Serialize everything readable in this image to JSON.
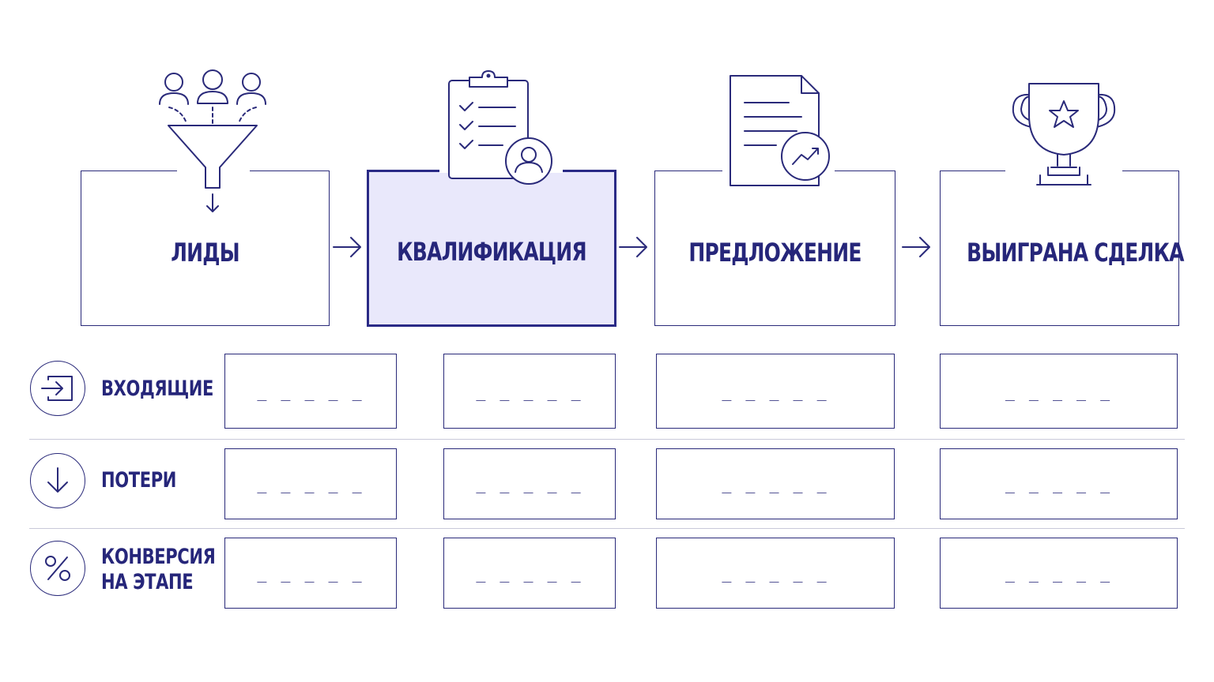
{
  "stages": [
    {
      "label": "ЛИДЫ",
      "icon": "funnel-icon",
      "active": false
    },
    {
      "label": "КВАЛИФИКАЦИЯ",
      "icon": "clipboard-checklist-icon",
      "active": true
    },
    {
      "label": "ПРЕДЛОЖЕНИЕ",
      "icon": "document-chart-icon",
      "active": false
    },
    {
      "label": "ВЫИГРАНА СДЕЛКА",
      "icon": "trophy-icon",
      "active": false
    }
  ],
  "rows": [
    {
      "label_line1": "ВХОДЯЩИЕ",
      "label_line2": "",
      "icon": "enter-icon",
      "values": [
        "_ _ _ _ _",
        "_ _ _ _ _",
        "_ _ _ _ _",
        "_ _ _ _ _"
      ]
    },
    {
      "label_line1": "ПОТЕРИ",
      "label_line2": "",
      "icon": "arrow-down-icon",
      "values": [
        "_ _ _ _ _",
        "_ _ _ _ _",
        "_ _ _ _ _",
        "_ _ _ _ _"
      ]
    },
    {
      "label_line1": "КОНВЕРСИЯ",
      "label_line2": "НА ЭТАПЕ",
      "icon": "percent-icon",
      "values": [
        "_ _ _ _ _",
        "_ _ _ _ _",
        "_ _ _ _ _",
        "_ _ _ _ _"
      ]
    }
  ],
  "colors": {
    "primary": "#2a2a7a",
    "active_fill": "#e9e8fb",
    "divider": "#c9c9d9"
  }
}
